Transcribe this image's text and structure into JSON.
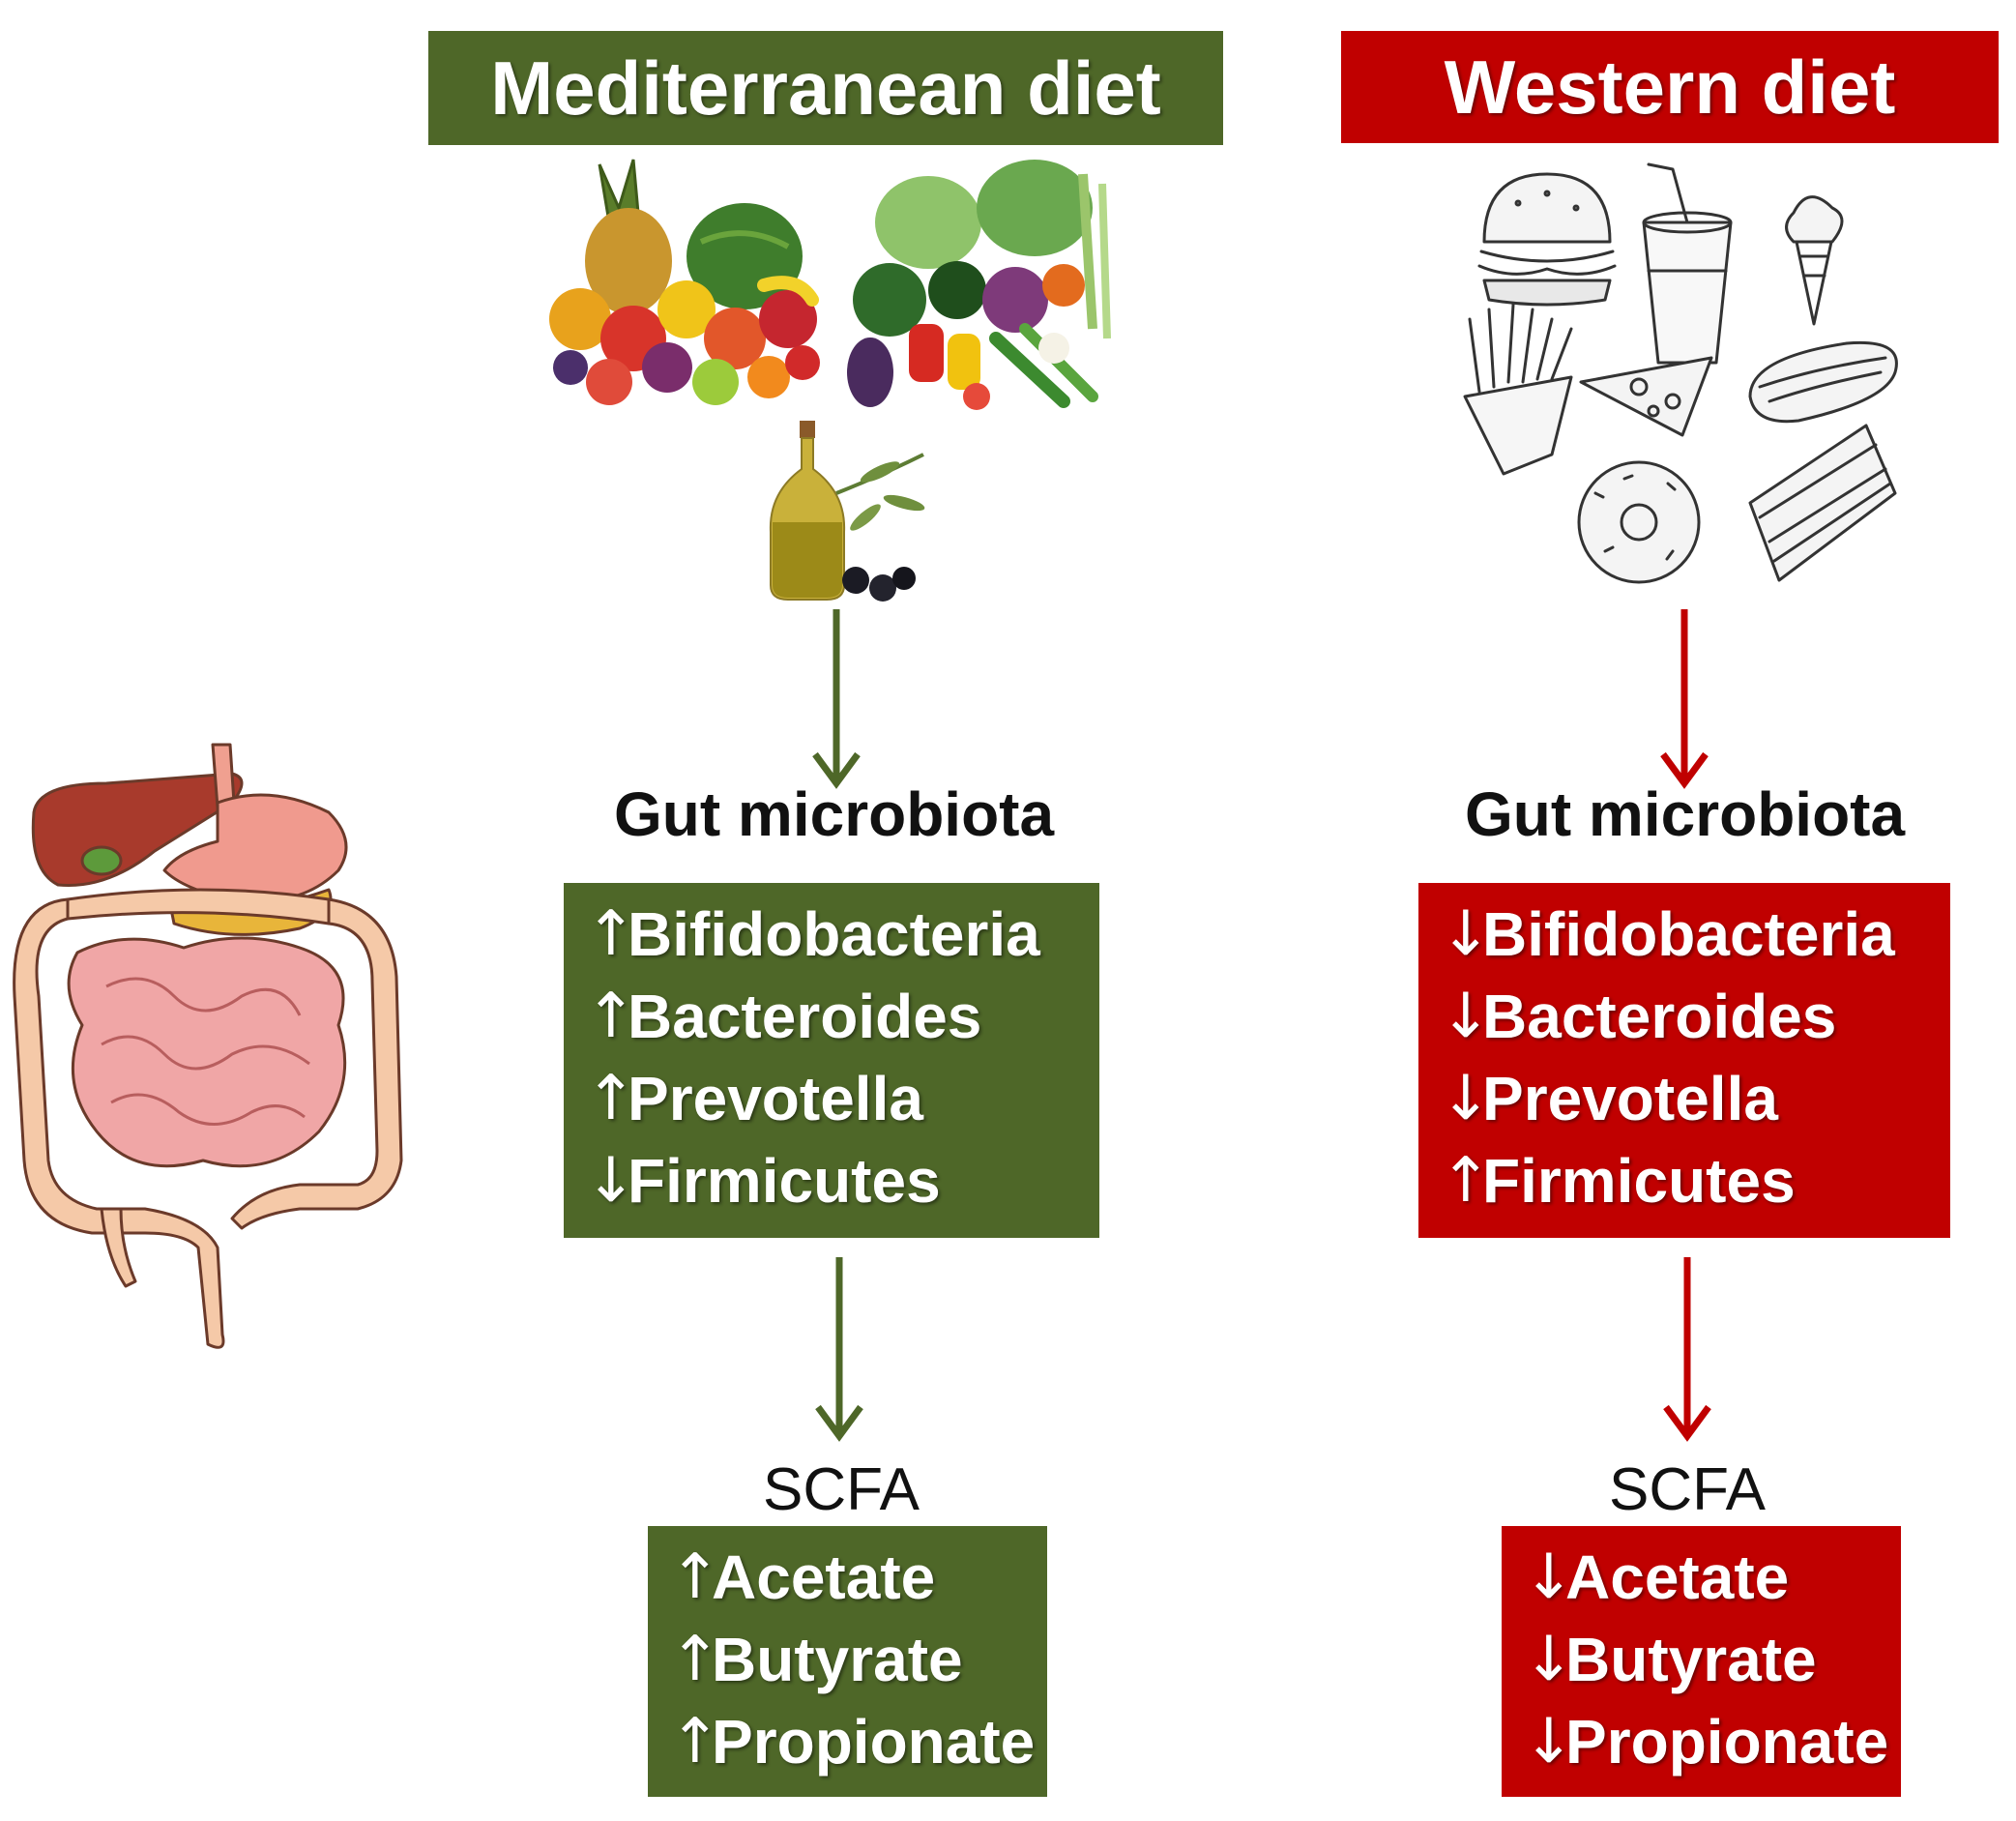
{
  "med": {
    "title": "Mediterranean diet",
    "gut_heading": "Gut microbiota",
    "microbiota": [
      {
        "dir": "↑",
        "name": "Bifidobacteria"
      },
      {
        "dir": "↑",
        "name": "Bacteroides"
      },
      {
        "dir": "↑",
        "name": "Prevotella"
      },
      {
        "dir": "↓",
        "name": "Firmicutes"
      }
    ],
    "scfa_heading": "SCFA",
    "scfa": [
      {
        "dir": "↑",
        "name": "Acetate"
      },
      {
        "dir": "↑",
        "name": "Butyrate"
      },
      {
        "dir": "↑",
        "name": "Propionate"
      }
    ]
  },
  "west": {
    "title": "Western diet",
    "gut_heading": "Gut microbiota",
    "microbiota": [
      {
        "dir": "↓",
        "name": "Bifidobacteria"
      },
      {
        "dir": "↓",
        "name": "Bacteroides"
      },
      {
        "dir": "↓",
        "name": "Prevotella"
      },
      {
        "dir": "↑",
        "name": "Firmicutes"
      }
    ],
    "scfa_heading": "SCFA",
    "scfa": [
      {
        "dir": "↓",
        "name": "Acetate"
      },
      {
        "dir": "↓",
        "name": "Butyrate"
      },
      {
        "dir": "↓",
        "name": "Propionate"
      }
    ]
  },
  "colors": {
    "green": "#4e6728",
    "red": "#c00000"
  },
  "icons": {
    "fruits": "fruit-basket-illustration",
    "vegetables": "vegetables-illustration",
    "olive_oil": "olive-oil-bottle-illustration",
    "fast_food": "fast-food-sketch-illustration",
    "digestive": "digestive-system-illustration"
  }
}
